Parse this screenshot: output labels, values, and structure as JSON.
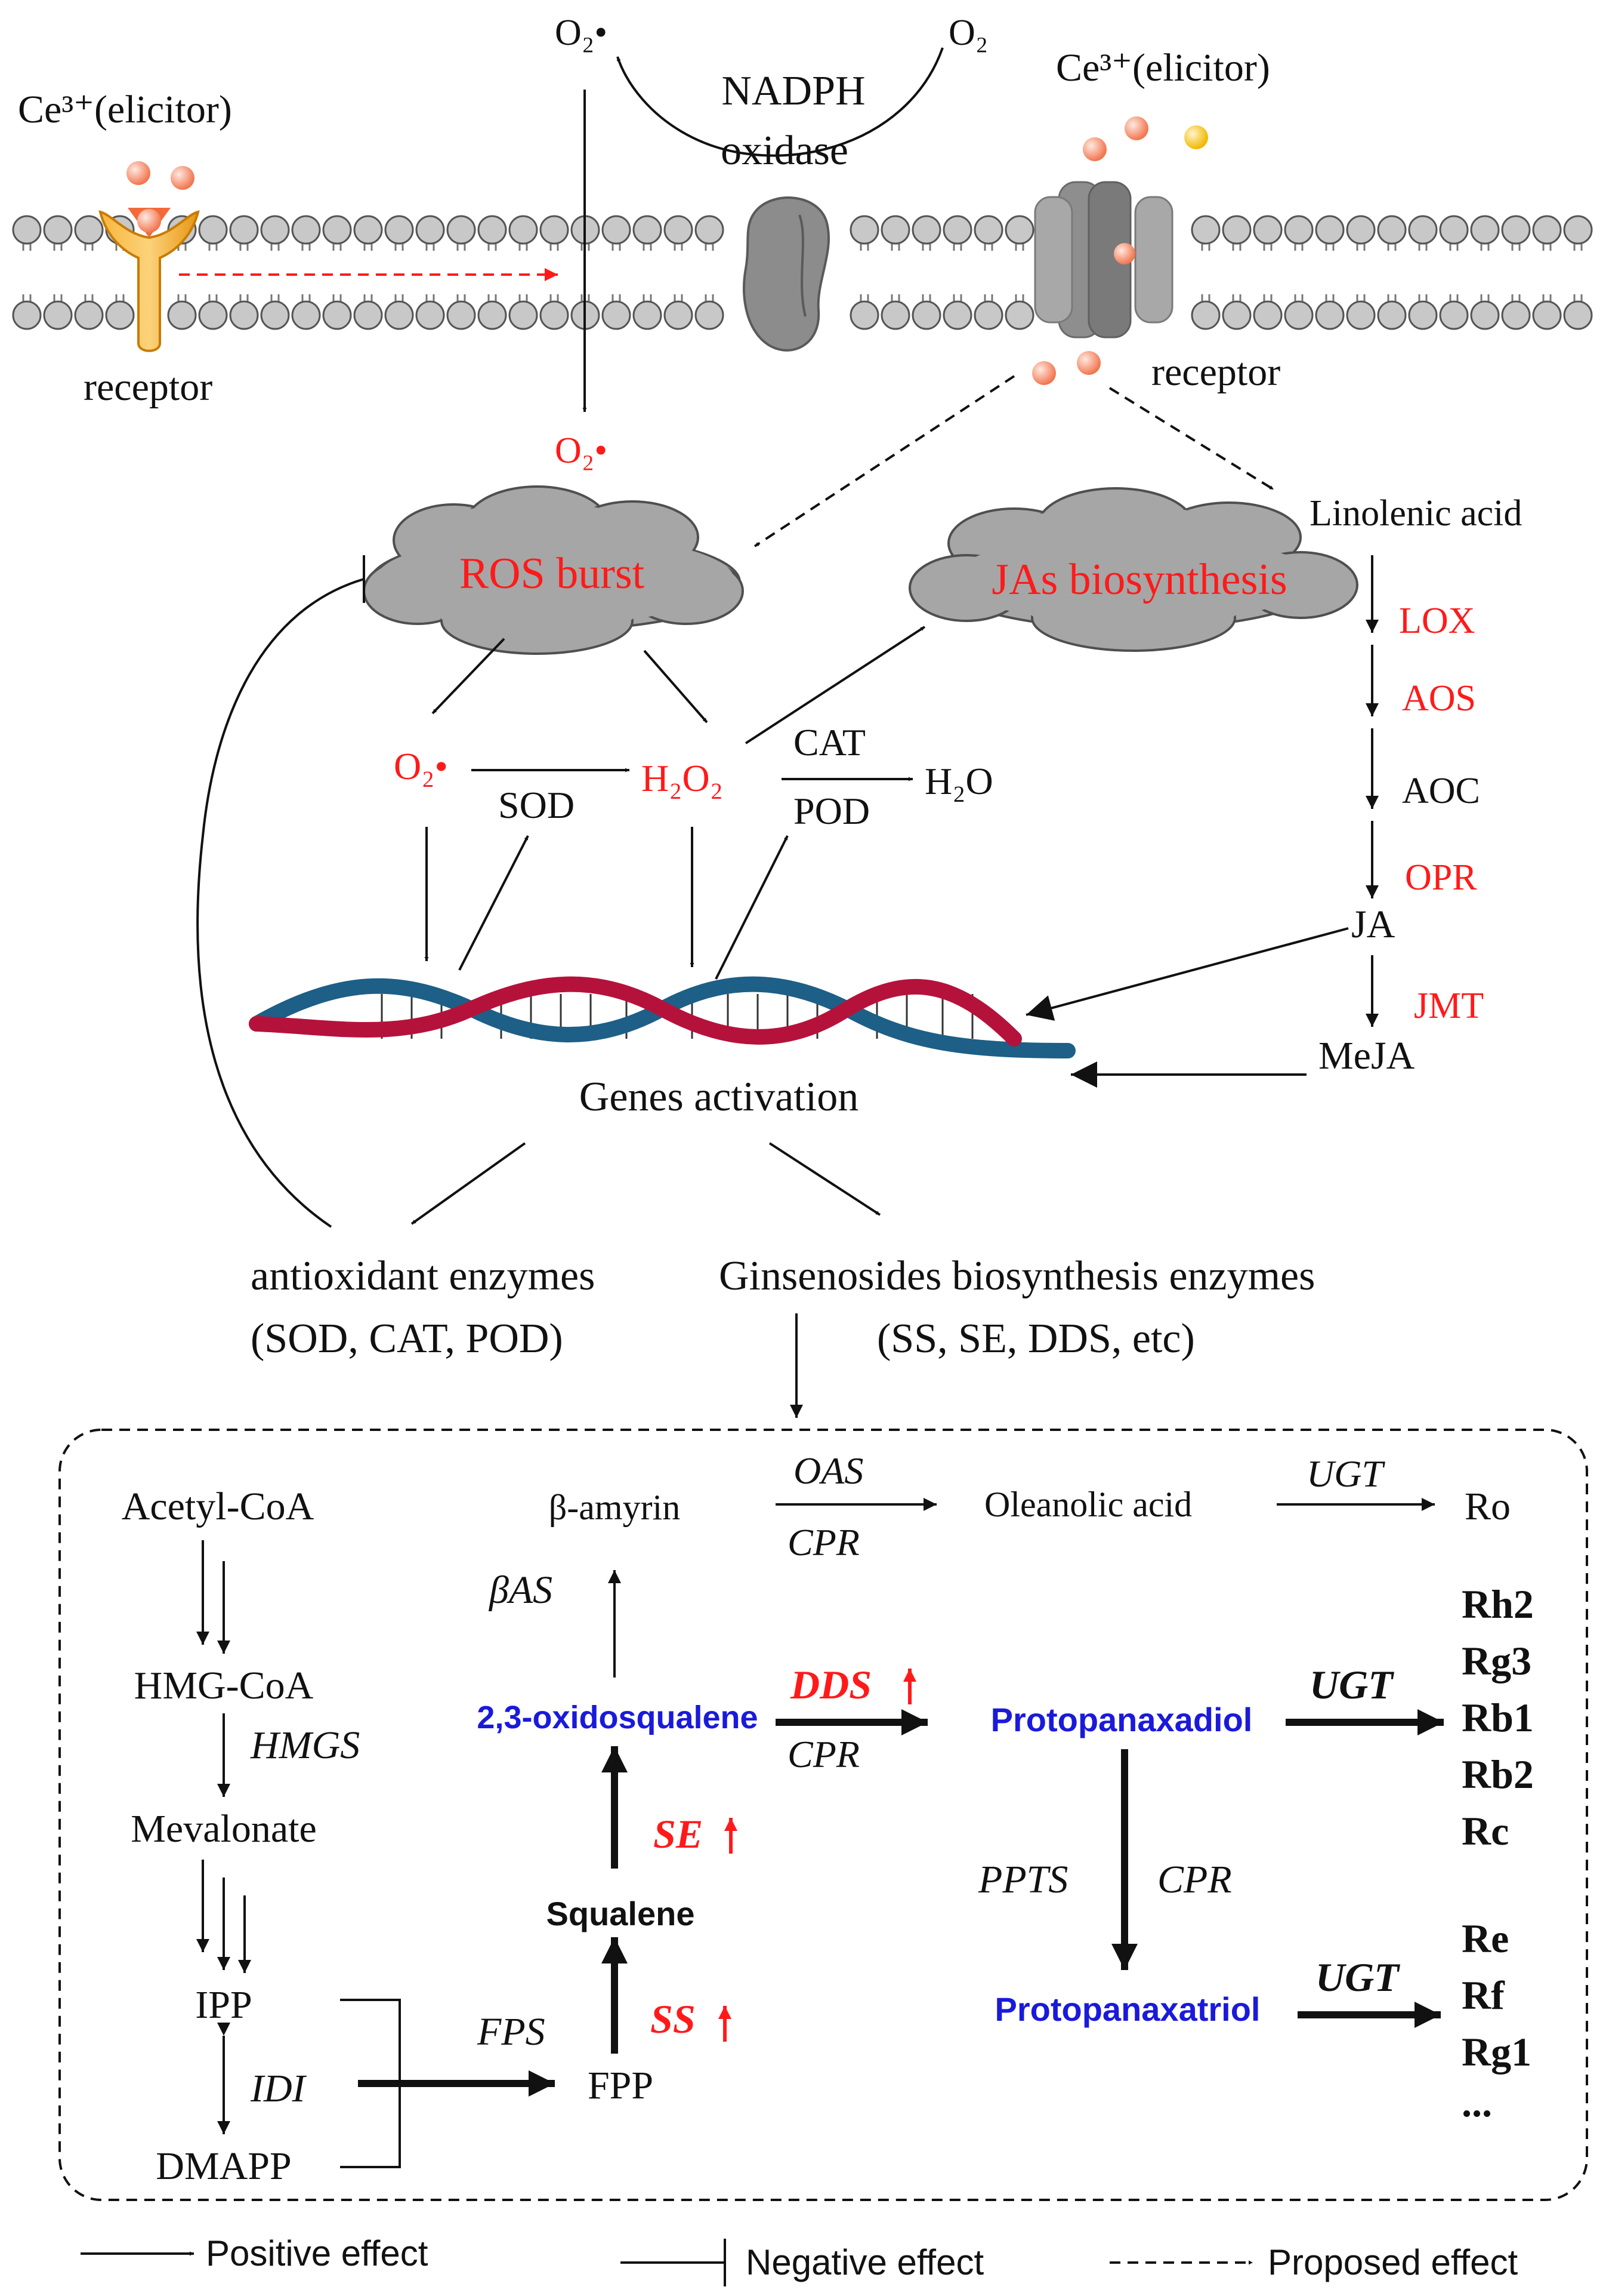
{
  "membrane": {
    "ce_left": "Ce³⁺(elicitor)",
    "ce_right": "Ce³⁺(elicitor)",
    "receptor_left": "receptor",
    "receptor_right": "receptor",
    "nadph": "NADPH",
    "oxidase": "oxidase",
    "o2_radical_top": "O₂•",
    "o2_top": "O₂",
    "o2_radical_below": "O₂•"
  },
  "ros": {
    "cloud_label": "ROS burst",
    "o2_radical": "O₂•",
    "h2o2": "H₂O₂",
    "h2o": "H₂O",
    "sod": "SOD",
    "cat": "CAT",
    "pod": "POD"
  },
  "jas": {
    "cloud_label": "JAs biosynthesis",
    "linolenic": "Linolenic acid",
    "lox": "LOX",
    "aos": "AOS",
    "aoc": "AOC",
    "opr": "OPR",
    "ja": "JA",
    "jmt": "JMT",
    "meja": "MeJA"
  },
  "genes": {
    "activation": "Genes activation",
    "antioxidant": "antioxidant enzymes",
    "antioxidant_list": "(SOD, CAT, POD)",
    "ginsenoside": "Ginsenosides biosynthesis enzymes",
    "ginsenoside_list": "(SS, SE, DDS, etc)"
  },
  "pathway": {
    "acetyl_coa": "Acetyl-CoA",
    "hmg_coa": "HMG-CoA",
    "hmgs": "HMGS",
    "mevalonate": "Mevalonate",
    "ipp": "IPP",
    "idi": "IDI",
    "dmapp": "DMAPP",
    "fps": "FPS",
    "fpp": "FPP",
    "ss": "SS",
    "squalene": "Squalene",
    "se": "SE",
    "oxidosqualene": "2,3-oxidosqualene",
    "bas": "βAS",
    "b_amyrin": "β-amyrin",
    "oas": "OAS",
    "cpr_1": "CPR",
    "oleanolic": "Oleanolic acid",
    "ugt_1": "UGT",
    "ro": "Ro",
    "dds": "DDS",
    "cpr_2": "CPR",
    "protopanaxadiol": "Protopanaxadiol",
    "ugt_2": "UGT",
    "ppd_products": [
      "Rh2",
      "Rg3",
      "Rb1",
      "Rb2",
      "Rc"
    ],
    "ppts": "PPTS",
    "cpr_3": "CPR",
    "protopanaxatriol": "Protopanaxatriol",
    "ugt_3": "UGT",
    "ppt_products": [
      "Re",
      "Rf",
      "Rg1",
      "..."
    ]
  },
  "legend": {
    "positive": "Positive effect",
    "negative": "Negative effect",
    "proposed": "Proposed effect"
  },
  "colors": {
    "red_text": "#ff1a1a",
    "blue_text": "#1a1adb",
    "cloud": "#a6a6a6",
    "membrane_head": "#c8c8c8",
    "receptor_orange": "#f5a623",
    "channel_grey": "#8c8c8c",
    "dna_red": "#b5123b",
    "dna_blue": "#1d5f86",
    "ion_pink": "#f59a82"
  }
}
